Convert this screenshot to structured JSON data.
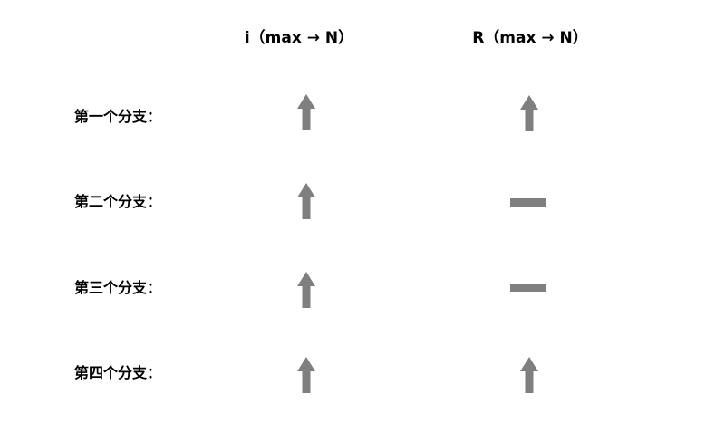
{
  "header": {
    "col_i": "i（max → N）",
    "col_r": "R（max → N）"
  },
  "rows": [
    {
      "label": "第一个分支：",
      "i_trend": "up",
      "r_trend": "up"
    },
    {
      "label": "第二个分支：",
      "i_trend": "up",
      "r_trend": "flat"
    },
    {
      "label": "第三个分支：",
      "i_trend": "up",
      "r_trend": "flat"
    },
    {
      "label": "第四个分支：",
      "i_trend": "up",
      "r_trend": "up"
    }
  ],
  "colors": {
    "symbol": "#7f7f7f",
    "text": "#000000"
  }
}
